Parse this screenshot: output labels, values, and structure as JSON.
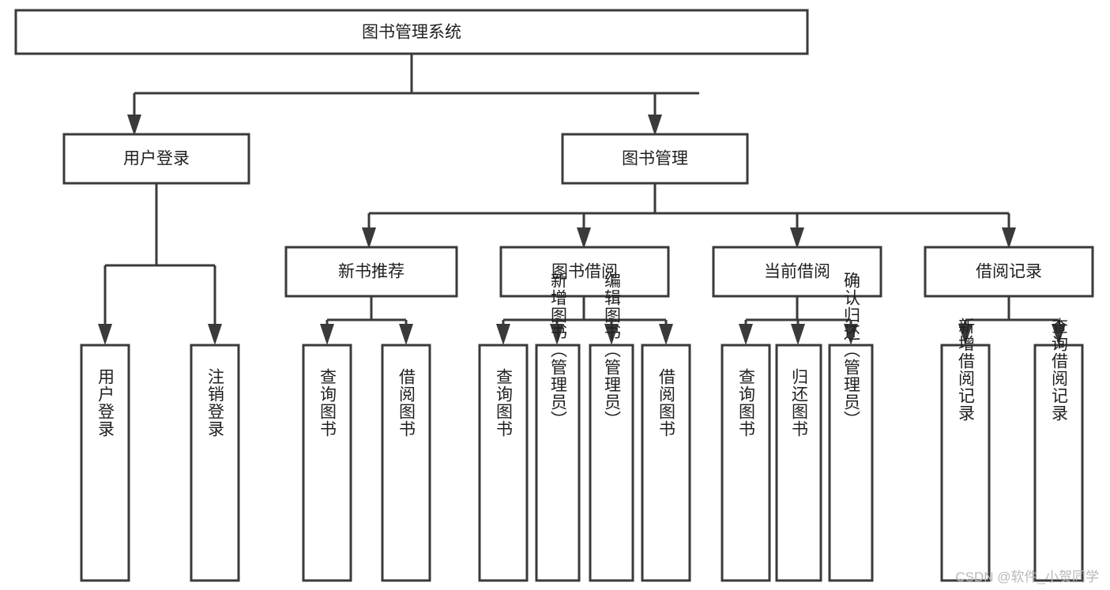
{
  "diagram": {
    "title_node": {
      "id": "root",
      "label": "图书管理系统"
    },
    "level2": [
      {
        "id": "user-login",
        "label": "用户登录"
      },
      {
        "id": "book-manage",
        "label": "图书管理"
      }
    ],
    "level3": [
      {
        "id": "new-book-recommend",
        "label": "新书推荐"
      },
      {
        "id": "book-borrow",
        "label": "图书借阅"
      },
      {
        "id": "current-borrow",
        "label": "当前借阅"
      },
      {
        "id": "borrow-record",
        "label": "借阅记录"
      }
    ],
    "leaves": {
      "user-login": [
        {
          "id": "leaf-user-login",
          "label": "用户登录"
        },
        {
          "id": "leaf-logout",
          "label": "注销登录"
        }
      ],
      "new-book-recommend": [
        {
          "id": "leaf-query-book-1",
          "label": "查询图书"
        },
        {
          "id": "leaf-borrow-book-1",
          "label": "借阅图书"
        }
      ],
      "book-borrow": [
        {
          "id": "leaf-query-book-2",
          "label": "查询图书"
        },
        {
          "id": "leaf-add-book",
          "label": "新增图书（管理员）"
        },
        {
          "id": "leaf-edit-book",
          "label": "编辑图书（管理员）"
        },
        {
          "id": "leaf-borrow-book-2",
          "label": "借阅图书"
        }
      ],
      "current-borrow": [
        {
          "id": "leaf-query-book-3",
          "label": "查询图书"
        },
        {
          "id": "leaf-return-book",
          "label": "归还图书"
        },
        {
          "id": "leaf-confirm-return",
          "label": "确认归还（管理员）"
        }
      ],
      "borrow-record": [
        {
          "id": "leaf-add-record",
          "label": "新增借阅记录"
        },
        {
          "id": "leaf-query-record",
          "label": "查询借阅记录"
        }
      ]
    },
    "colors": {
      "stroke": "#3a3a3a",
      "fill": "#ffffff",
      "text": "#1f1f1f",
      "watermark": "#b9b9b9"
    }
  },
  "watermark": {
    "text": "CSDN @软件_小贺同学"
  }
}
